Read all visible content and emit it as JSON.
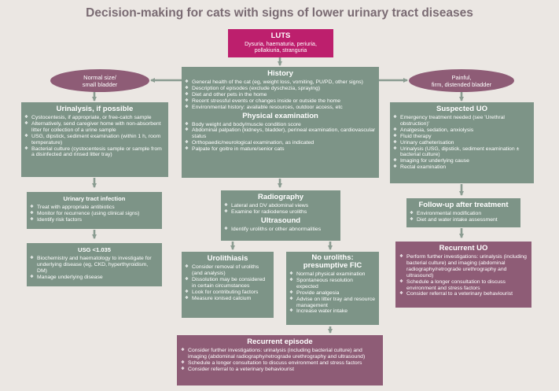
{
  "title": "Decision-making for cats with signs of lower urinary tract diseases",
  "colors": {
    "background": "#ebe7e3",
    "green_box": "#7d9487",
    "luts_box": "#bd1f6d",
    "plum_box": "#8e5c76",
    "arrow": "#8a9c91",
    "title": "#7a6b73"
  },
  "luts": {
    "title": "LUTS",
    "line1": "Dysuria, haematuria, periuria,",
    "line2": "pollakiuria, stranguria"
  },
  "oval_left": {
    "line1": "Normal size/",
    "line2": "small bladder"
  },
  "oval_right": {
    "line1": "Painful,",
    "line2": "firm, distended bladder"
  },
  "history": {
    "title": "History",
    "items": [
      "General health of the cat (eg, weight loss, vomiting, PU/PD, other signs)",
      "Description of episodes (exclude dyschezia, spraying)",
      "Diet and other pets in the home",
      "Recent stressful events or changes inside or outside the home",
      "Environmental history: available resources, outdoor access, etc"
    ],
    "exam_title": "Physical examination",
    "exam_items": [
      "Body weight and body/muscle condition score",
      "Abdominal palpation (kidneys, bladder), perineal examination, cardiovascular status",
      "Orthopaedic/neurological examination, as indicated",
      "Palpate for goitre in mature/senior cats"
    ]
  },
  "urinalysis": {
    "title": "Urinalysis, if possible",
    "items": [
      "Cystocentesis, if appropriate, or free-catch sample",
      "Alternatively, send caregiver home with non-absorbent litter for collection of a urine sample",
      "USG, dipstick, sediment examination (within 1 h, room temperature)",
      "Bacterial culture (cystocentesis sample or sample from a disinfected and rinsed litter tray)"
    ]
  },
  "uti": {
    "title": "Urinary tract infection",
    "items": [
      "Treat with appropriate antibiotics",
      "Monitor for recurrence (using clinical signs)",
      "Identify risk factors"
    ]
  },
  "usg": {
    "title": "USG <1.035",
    "items": [
      "Biochemistry and haematology to investigate for underlying disease (eg, CKD, hyperthyroidism, DM)",
      "Manage underlying disease"
    ]
  },
  "radiography": {
    "title": "Radiography",
    "items": [
      "Lateral and DV abdominal views",
      "Examine for radiodense uroliths"
    ],
    "us_title": "Ultrasound",
    "us_items": [
      "Identify uroliths or other abnormalities"
    ]
  },
  "urolithiasis": {
    "title": "Urolithiasis",
    "items": [
      "Consider removal of uroliths (and analysis)",
      "Dissolution may be considered in certain circumstances",
      "Look for contributing factors",
      "Measure ionised calcium"
    ]
  },
  "fic": {
    "title_line1": "No uroliths:",
    "title_line2": "presumptive FIC",
    "items": [
      "Normal physical examination",
      "Spontaneous resolution expected",
      "Provide analgesia",
      "Advise on litter tray and resource management",
      "Increase water intake"
    ]
  },
  "recurrent_episode": {
    "title": "Recurrent episode",
    "items": [
      "Consider further investigations: urinalysis (including bacterial culture) and imaging (abdominal radiography/retrograde urethrography and ultrasound)",
      "Schedule a longer consultation to discuss environment and stress factors",
      "Consider referral to a veterinary behaviourist"
    ]
  },
  "suspected_uo": {
    "title": "Suspected UO",
    "items": [
      "Emergency treatment needed (see 'Urethral obstruction)'",
      "Analgesia, sedation, anxiolysis",
      "Fluid therapy",
      "Urinary catheterisation",
      "Urinalysis (USG, dipstick, sediment examination ± bacterial culture)",
      "Imaging for underlying cause",
      "Rectal examination"
    ]
  },
  "follow_up": {
    "title": "Follow-up after treatment",
    "items": [
      "Environmental modification",
      "Diet and water intake assessment"
    ]
  },
  "recurrent_uo": {
    "title": "Recurrent UO",
    "items": [
      "Perform further investigations: urinalysis (including bacterial culture) and imaging (abdominal radiography/retrograde urethrography and ultrasound)",
      "Schedule a longer consultation to discuss environment and stress factors",
      "Consider referral to a veterinary behaviourist"
    ]
  }
}
